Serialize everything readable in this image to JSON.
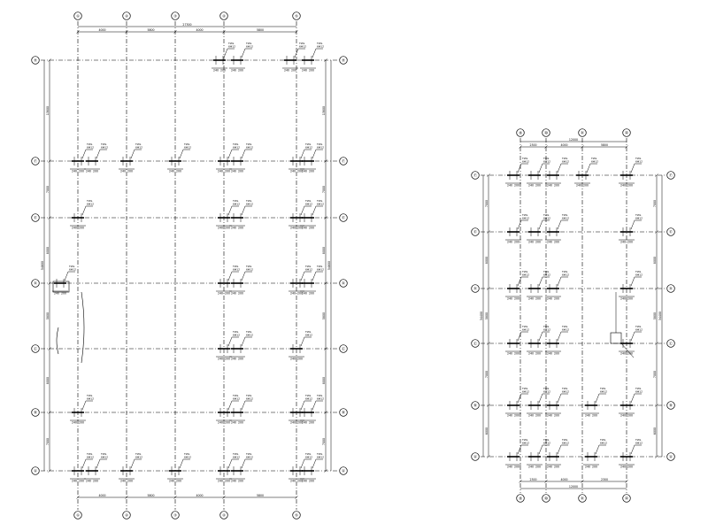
{
  "plans": [
    {
      "id": "left-plan",
      "x_axes": [
        "①",
        "②",
        "③",
        "④",
        "⑤"
      ],
      "y_axes": [
        "Ⓗ",
        "Ⓕ",
        "Ⓔ",
        "Ⓓ",
        "Ⓒ",
        "Ⓑ",
        "Ⓐ"
      ],
      "top_overall_dim": "27300",
      "top_bay_dims": [
        "4000",
        "5800",
        "4000",
        "5800"
      ],
      "bottom_bay_dims": [
        "4000",
        "5800",
        "4000",
        "5800"
      ],
      "left_dims": [
        "13800",
        "7000",
        "8000",
        "5800",
        "8000",
        "7000"
      ],
      "right_dims": [
        "13800",
        "7000",
        "8000",
        "5800",
        "8000",
        "7000"
      ],
      "left_overall_dim": "54600",
      "right_overall_dim": "54600",
      "member_tags": [
        "TWL",
        "6Φ12"
      ],
      "offset_dims": [
        "240",
        "200",
        "200",
        "240"
      ]
    },
    {
      "id": "right-plan",
      "x_axes": [
        "⑲",
        "⑳",
        "㉑",
        "㉒"
      ],
      "y_axes": [
        "Ⓕ",
        "Ⓔ",
        "Ⓓ",
        "Ⓒ",
        "Ⓑ",
        "Ⓐ"
      ],
      "top_overall_dim": "12000",
      "top_bay_dims": [
        "2300",
        "4000",
        "5800"
      ],
      "bottom_overall_dim": "12000",
      "bottom_bay_dims": [
        "2300",
        "4000",
        "2300"
      ],
      "left_dims": [
        "7000",
        "8000",
        "5800",
        "7000",
        "6000"
      ],
      "right_dims": [
        "7000",
        "8000",
        "5800",
        "7000",
        "6000"
      ],
      "left_overall_dim": "34400",
      "right_overall_dim": "34400",
      "member_tags": [
        "TWL",
        "6Φ12"
      ],
      "offset_dims": [
        "240",
        "200",
        "200",
        "240"
      ]
    }
  ]
}
